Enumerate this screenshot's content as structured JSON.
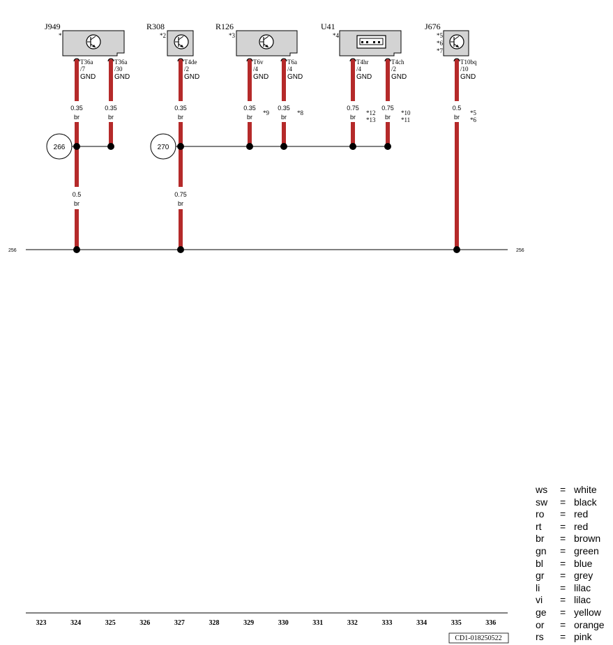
{
  "components": [
    {
      "id": "J949",
      "note": "*",
      "icon": "transistor-symbol-icon",
      "wide": true
    },
    {
      "id": "R308",
      "note": "*2",
      "icon": "transistor-symbol-icon",
      "wide": false
    },
    {
      "id": "R126",
      "note": "*3",
      "icon": "transistor-symbol-icon",
      "wide": true
    },
    {
      "id": "U41",
      "note": "*4",
      "icon": "usb-socket-icon",
      "wide": true
    },
    {
      "id": "J676",
      "note_lines": [
        "*5",
        "*6",
        "*7"
      ],
      "icon": "transistor-symbol-icon",
      "wide": false
    }
  ],
  "pins": [
    {
      "connector": "T36a",
      "pin": "/7",
      "label": "GND",
      "gauge": "0.35",
      "color": "br",
      "notes": []
    },
    {
      "connector": "T36a",
      "pin": "/30",
      "label": "GND",
      "gauge": "0.35",
      "color": "br",
      "notes": []
    },
    {
      "connector": "T4de",
      "pin": "/2",
      "label": "GND",
      "gauge": "0.35",
      "color": "br",
      "notes": []
    },
    {
      "connector": "T6v",
      "pin": "/4",
      "label": "GND",
      "gauge": "0.35",
      "color": "br",
      "notes": [
        "*9"
      ]
    },
    {
      "connector": "T6a",
      "pin": "/4",
      "label": "GND",
      "gauge": "0.35",
      "color": "br",
      "notes": [
        "*8"
      ]
    },
    {
      "connector": "T4hr",
      "pin": "/4",
      "label": "GND",
      "gauge": "0.75",
      "color": "br",
      "notes": [
        "*12",
        "*13"
      ]
    },
    {
      "connector": "T4ch",
      "pin": "/2",
      "label": "GND",
      "gauge": "0.75",
      "color": "br",
      "notes": [
        "*10",
        "*11"
      ]
    },
    {
      "connector": "T10bq",
      "pin": "/10",
      "label": "GND",
      "gauge": "0.5",
      "color": "br",
      "notes": [
        "*5",
        "*6"
      ]
    }
  ],
  "ground_points": [
    {
      "id": "266",
      "wire_gauge": "0.5",
      "wire_color": "br"
    },
    {
      "id": "270",
      "wire_gauge": "0.75",
      "wire_color": "br"
    }
  ],
  "bus": {
    "left_ref": "256",
    "right_ref": "256"
  },
  "columns": [
    "323",
    "324",
    "325",
    "326",
    "327",
    "328",
    "329",
    "330",
    "331",
    "332",
    "333",
    "334",
    "335",
    "336"
  ],
  "diagram_code": "CD1-018250522",
  "legend": [
    {
      "abbr": "ws",
      "eq": "=",
      "name": "white"
    },
    {
      "abbr": "sw",
      "eq": "=",
      "name": "black"
    },
    {
      "abbr": "ro",
      "eq": "=",
      "name": "red"
    },
    {
      "abbr": "rt",
      "eq": "=",
      "name": "red"
    },
    {
      "abbr": "br",
      "eq": "=",
      "name": "brown"
    },
    {
      "abbr": "gn",
      "eq": "=",
      "name": "green"
    },
    {
      "abbr": "bl",
      "eq": "=",
      "name": "blue"
    },
    {
      "abbr": "gr",
      "eq": "=",
      "name": "grey"
    },
    {
      "abbr": "li",
      "eq": "=",
      "name": "lilac"
    },
    {
      "abbr": "vi",
      "eq": "=",
      "name": "lilac"
    },
    {
      "abbr": "ge",
      "eq": "=",
      "name": "yellow"
    },
    {
      "abbr": "or",
      "eq": "=",
      "name": "orange"
    },
    {
      "abbr": "rs",
      "eq": "=",
      "name": "pink"
    }
  ],
  "colors": {
    "wire": "#b52a2a",
    "component_fill": "#d3d3d3",
    "line": "#000000"
  }
}
